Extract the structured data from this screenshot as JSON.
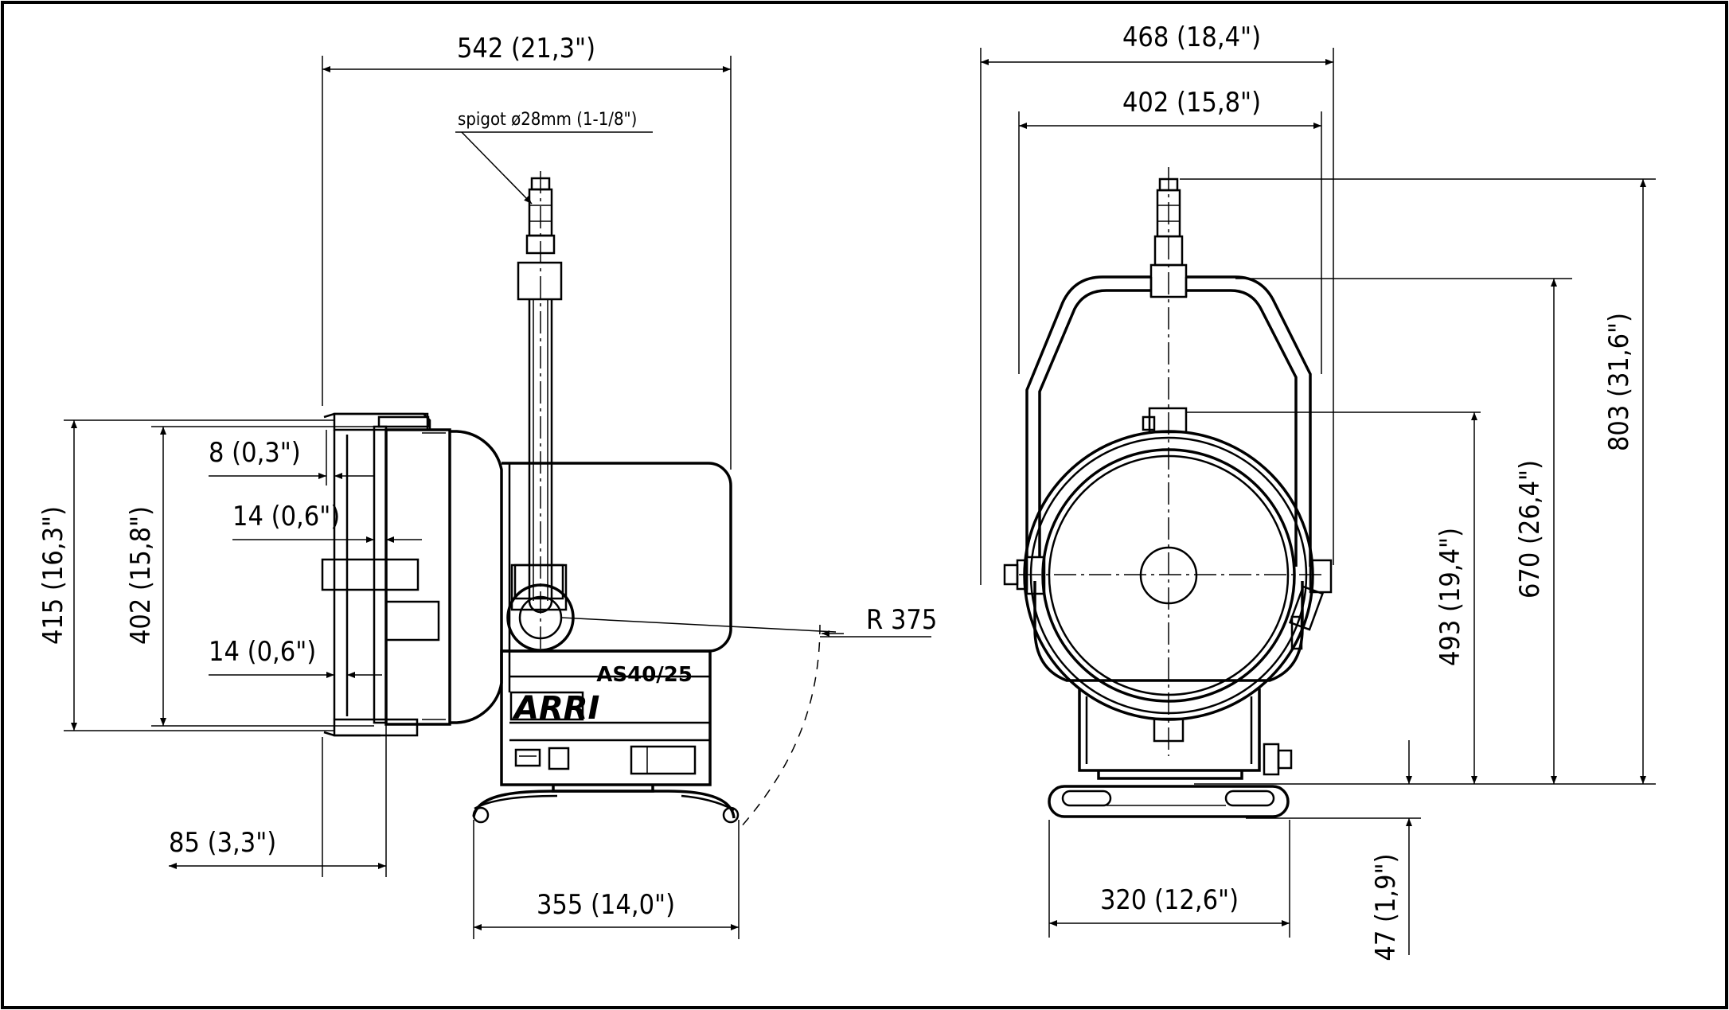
{
  "frame": {
    "border_color": "#000000",
    "background": "#ffffff"
  },
  "side_view": {
    "overall_width": "542 (21,3\")",
    "spigot_note": "spigot ø28mm (1-1/8\")",
    "front_offset_a": "8 (0,3\")",
    "front_offset_b": "14 (0,6\")",
    "front_offset_c": "14 (0,6\")",
    "front_height": "415 (16,3\")",
    "lens_height": "402 (15,8\")",
    "front_depth": "85 (3,3\")",
    "base_width": "355 (14,0\")",
    "swing_radius": "R 375",
    "model_label": "AS40/25",
    "brand_logo": "ARRI"
  },
  "front_view": {
    "overall_width": "468 (18,4\")",
    "lens_width": "402 (15,8\")",
    "overall_height": "803 (31,6\")",
    "yoke_height": "670 (26,4\")",
    "center_height": "493 (19,4\")",
    "base_height": "47 (1,9\")",
    "base_width": "320 (12,6\")"
  }
}
